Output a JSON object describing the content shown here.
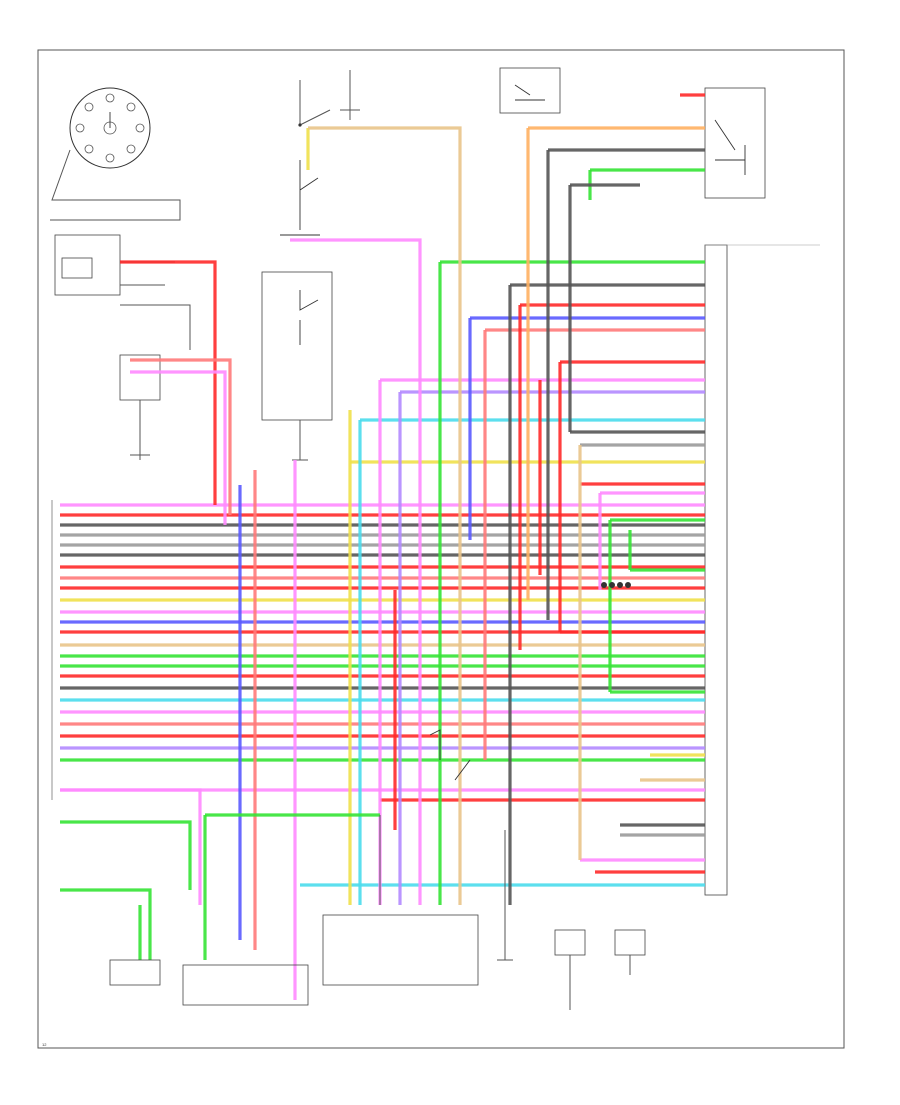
{
  "diagram": {
    "page_label": "12",
    "wire_colors": {
      "pink": "#ff8aff",
      "red": "#ff2a2a",
      "salmon": "#ff7a7a",
      "green": "#35e335",
      "light_green": "#7de87d",
      "blue": "#5a5aff",
      "violet": "#b38aff",
      "orange": "#ffb060",
      "tan": "#e9c48a",
      "yellow": "#f0e04a",
      "cyan": "#4adcec",
      "gray": "#9a9a9a",
      "dark_gray": "#555555",
      "black": "#222222"
    },
    "components": [
      {
        "id": "distributor",
        "icon": "distributor-cap-icon"
      },
      {
        "id": "ignition-switch",
        "icon": "switch-icon"
      },
      {
        "id": "starter-relay",
        "icon": "switch-icon"
      },
      {
        "id": "fuel-pump-relay",
        "icon": "relay-icon"
      },
      {
        "id": "pcm-connector",
        "icon": "connector-icon"
      },
      {
        "id": "ground-block",
        "icon": "splice-icon"
      },
      {
        "id": "transmission-module",
        "icon": "connector-icon"
      },
      {
        "id": "transmission-solenoid",
        "icon": "connector-icon"
      }
    ]
  }
}
